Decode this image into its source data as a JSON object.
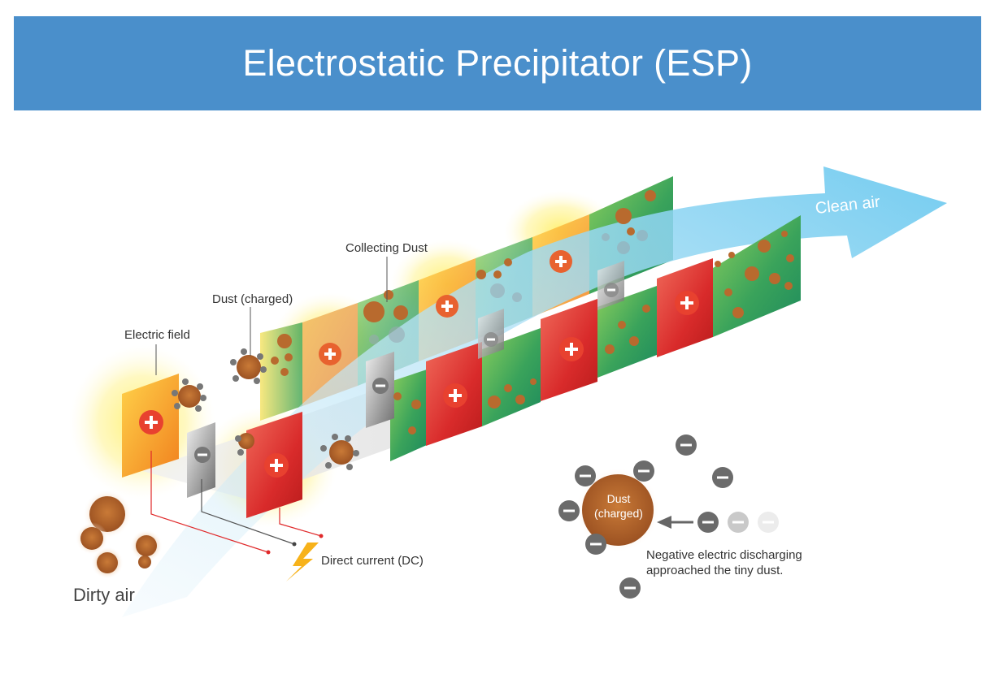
{
  "title": "Electrostatic Precipitator (ESP)",
  "labels": {
    "electric_field": "Electric field",
    "dust_charged": "Dust (charged)",
    "collecting_dust": "Collecting Dust",
    "clean_air": "Clean air",
    "dirty_air": "Dirty air",
    "direct_current": "Direct current (DC)",
    "dust_inner_line1": "Dust",
    "dust_inner_line2": "(charged)",
    "negative_desc_line1": "Negative electric discharging",
    "negative_desc_line2": "approached the tiny dust."
  },
  "colors": {
    "banner": "#4a8fcb",
    "positive_plate": "#d92b2b",
    "negative_plate": "#8a8a8a",
    "dust": "#b86a2e",
    "clean_air_arrow": "#5bc4ee",
    "green_panel": "#2fa060",
    "dc_wire_positive": "#e0292a"
  },
  "icons": [
    "plus-icon",
    "minus-icon",
    "lightning-icon",
    "arrow-left-icon"
  ]
}
